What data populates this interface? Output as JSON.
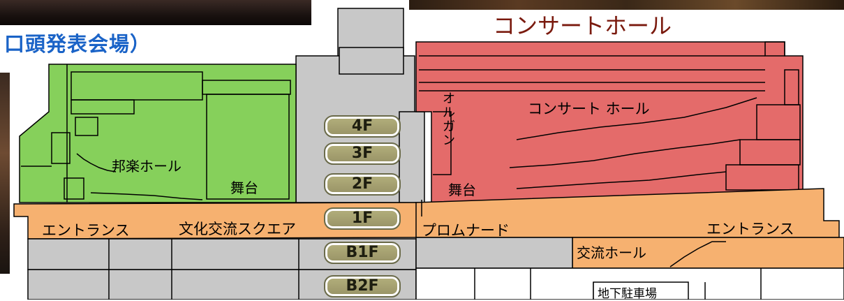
{
  "headings": {
    "left": "口頭発表会場）",
    "right": "コンサートホール"
  },
  "floors": [
    "4F",
    "3F",
    "2F",
    "1F",
    "B1F",
    "B2F"
  ],
  "labels": {
    "hogaku_hall": "邦楽ホール",
    "stage_left": "舞台",
    "stage_right": "舞台",
    "organ": "オルガン",
    "concert_hall": "コンサート ホール",
    "entrance_left": "エントランス",
    "bunka_square": "文化交流スクエア",
    "promenade": "プロムナード",
    "entrance_right": "エントランス",
    "koryu_hall": "交流ホール",
    "parking": "地下駐車場"
  },
  "colors": {
    "green_hall": "#86d05b",
    "red_hall": "#e46b6a",
    "orange_floor": "#f6b170",
    "gray_block": "#c8c8c8",
    "floor_pill": "#a5a171",
    "heading_left": "#1a63c7",
    "heading_right": "#7a1a0e"
  }
}
